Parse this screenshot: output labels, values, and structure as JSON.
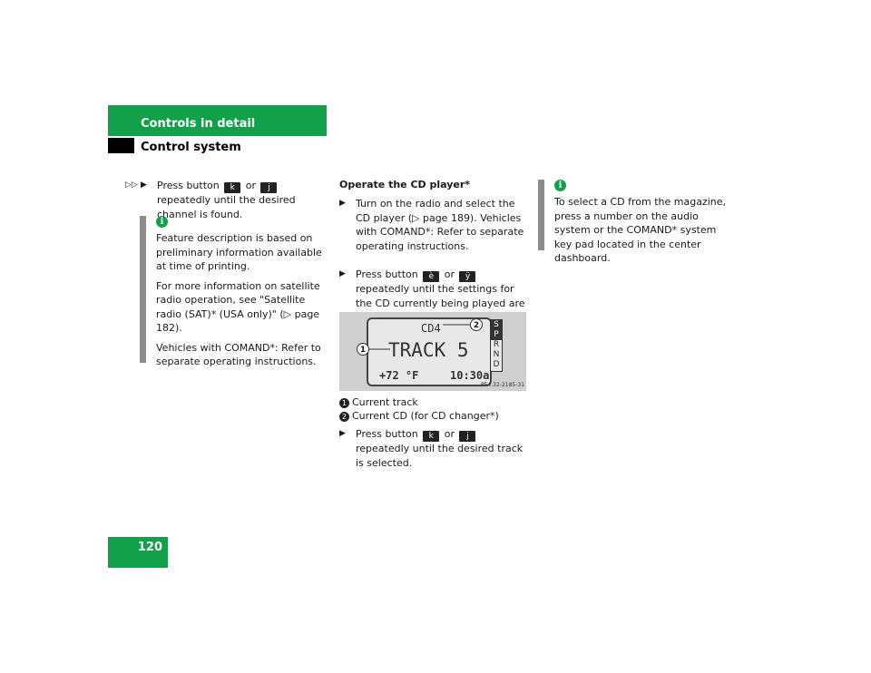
{
  "header": {
    "section": "Controls in detail",
    "subsection": "Control system"
  },
  "page_number": "120",
  "continue_marker": "▷▷",
  "left": {
    "step": {
      "pre": "Press button ",
      "key1": "k",
      "mid": " or ",
      "key2": "j",
      "post": " repeatedly until the desired channel is found."
    },
    "info": [
      "Feature description is based on preliminary information available at time of printing.",
      "For more information on satellite radio operation, see \"Satellite radio (SAT)* (USA only)\" (▷ page 182).",
      "Vehicles with COMAND*: Refer to separate operating instructions."
    ]
  },
  "middle": {
    "heading": "Operate the CD player*",
    "step1": "Turn on the radio and select the CD player (▷ page 189). Vehicles with COMAND*: Refer to separate operating instructions.",
    "step2": {
      "pre": "Press button ",
      "key1": "è",
      "mid": " or ",
      "key2": "ÿ",
      "post": " repeatedly until the settings for the CD currently being played are shown in the display."
    },
    "display": {
      "cd": "CD4",
      "track": "TRACK 5",
      "temp": "+72 °F",
      "time": "10:30a",
      "gears": [
        "S",
        "P",
        "R",
        "N",
        "D"
      ],
      "ref": "P54.32-2185-31",
      "callout1": "1",
      "callout2": "2"
    },
    "legend": [
      {
        "num": "1",
        "text": "Current track"
      },
      {
        "num": "2",
        "text": "Current CD (for CD changer*)"
      }
    ],
    "step3": {
      "pre": "Press button ",
      "key1": "k",
      "mid": " or ",
      "key2": "j",
      "post": " repeatedly until the desired track is selected."
    }
  },
  "right": {
    "info": "To select a CD from the magazine, press a number on the audio system or the COMAND* system key pad located in the center dashboard."
  }
}
